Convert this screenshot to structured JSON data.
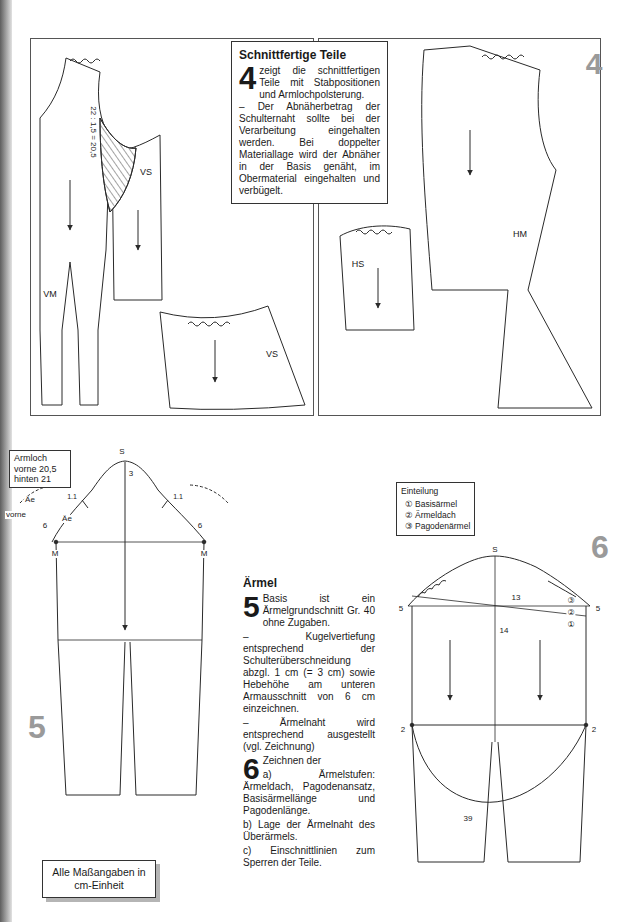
{
  "diagram": {
    "nodes": [
      {
        "text": [
          "Schnittfertige Teile",
          "4",
          "zeigt die schnittfertigen Teile mit Stabpositionen und Armlochpolsterung.",
          "– Der Abnäherbetrag der Schulternaht sollte bei der Verarbeitung eingehalten werden. Bei doppelter Materiallage wird der Abnäher in der Basis genäht, im Obermaterial eingehalten und verbügelt."
        ]
      },
      {
        "text": [
          "Armloch vorne 20,5 hinten 21"
        ]
      },
      {
        "text": [
          "Alle Maßangaben in cm-Einheit"
        ]
      },
      {
        "text": [
          "Einteilung",
          "① Basisärmel",
          "② Ärmeldach",
          "③ Pagodenärmel"
        ]
      }
    ],
    "labels": [
      "4",
      "22 : 1,5 = 20,5",
      "VS",
      "VM",
      "VS",
      "HS",
      "HM",
      "S",
      "3",
      "Äe",
      "1.1",
      "6",
      "Äe",
      "vorne",
      "M",
      "1.1",
      "6",
      "M",
      "5",
      "Ärmel",
      "5",
      "Basis ist ein Ärmelgrundschnitt Gr. 40 ohne Zugaben.",
      "– Kugelvertiefung entsprechend der Schulterüberschneidung abzgl. 1 cm (= 3 cm) sowie Hebehöhe am unteren Armausschnitt von 6 cm einzeichnen.",
      "– Ärmelnaht wird entsprechend ausgestellt (vgl. Zeichnung)",
      "6",
      "Zeichnen der",
      "a) Ärmelstufen: Ärmeldach, Pagodenansatz, Basisärmellänge und Pagodenlänge.",
      "b) Lage der Ärmelnaht des Überärmels.",
      "c) Einschnittlinien zum Sperren der Teile.",
      "6",
      "S",
      "5",
      "5",
      "14",
      "13",
      "③",
      "②",
      "①",
      "2",
      "2",
      "39"
    ]
  }
}
